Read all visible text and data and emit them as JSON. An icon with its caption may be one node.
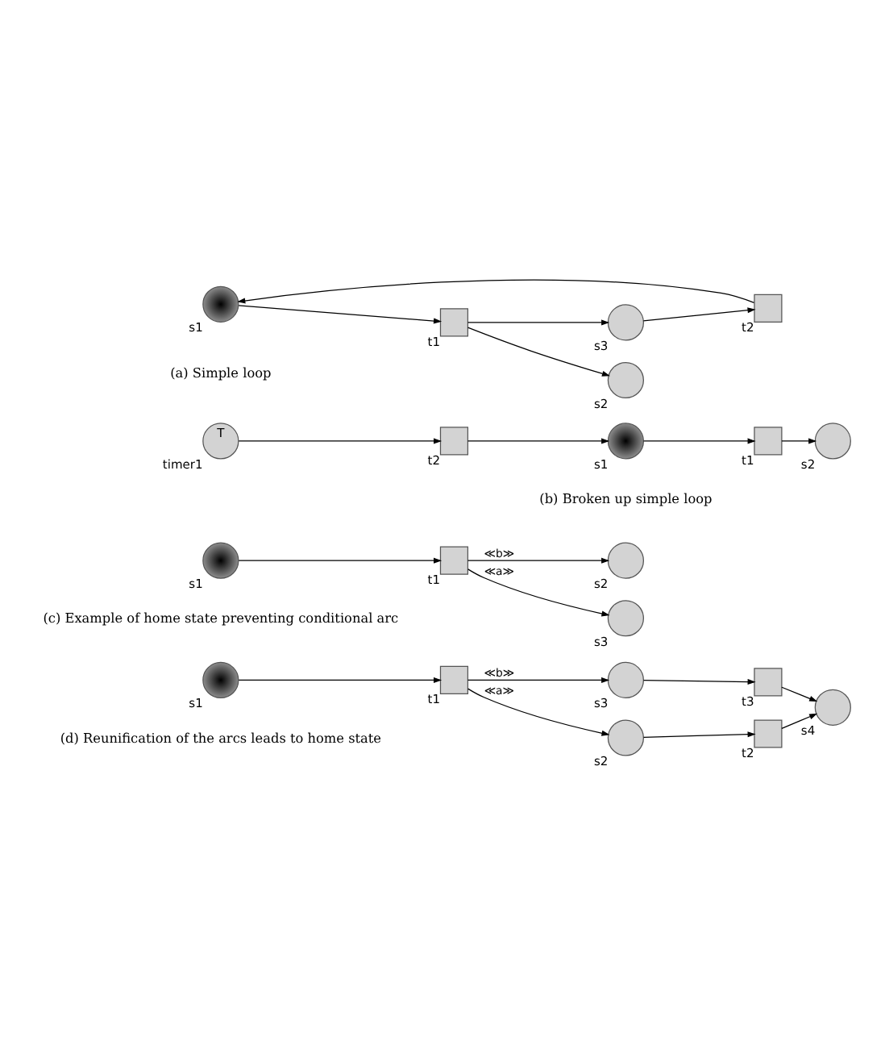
{
  "diagram": {
    "nodes": [
      {
        "text": [],
        "shape": "token",
        "beside": [
          "s1"
        ]
      },
      {
        "text": [],
        "shape": "box",
        "beside": [
          "t1"
        ]
      },
      {
        "text": [],
        "shape": "circle",
        "beside": [
          "s2"
        ]
      },
      {
        "text": [],
        "shape": "box",
        "beside": [
          "t2"
        ]
      },
      {
        "text": [],
        "shape": "circle",
        "beside": [
          "s3"
        ]
      },
      {
        "text": [],
        "shape": "token",
        "beside": [
          "s1"
        ]
      },
      {
        "text": [],
        "shape": "box",
        "beside": [
          "t1"
        ]
      },
      {
        "text": [],
        "shape": "circle",
        "beside": [
          "s2"
        ]
      },
      {
        "text": [],
        "shape": "box",
        "beside": [
          "t2"
        ]
      },
      {
        "text": [
          "T"
        ],
        "beside": [
          "timer1"
        ]
      },
      {
        "text": [],
        "shape": "token",
        "beside": [
          "s1"
        ]
      },
      {
        "text": [],
        "shape": "box",
        "beside": [
          "t1"
        ]
      },
      {
        "text": [],
        "shape": "circle",
        "beside": [
          "s3"
        ]
      },
      {
        "text": [],
        "shape": "circle",
        "beside": [
          "s2"
        ]
      },
      {
        "text": [],
        "shape": "token",
        "beside": [
          "s1"
        ]
      },
      {
        "text": [],
        "shape": "box",
        "beside": [
          "t1"
        ]
      },
      {
        "text": [],
        "shape": "circle",
        "beside": [
          "s2"
        ]
      },
      {
        "text": [],
        "shape": "circle",
        "beside": [
          "s3"
        ]
      },
      {
        "text": [],
        "shape": "box",
        "beside": [
          "t2"
        ]
      },
      {
        "text": [],
        "shape": "box",
        "beside": [
          "t3"
        ]
      },
      {
        "text": [],
        "shape": "circle",
        "beside": [
          "s4"
        ]
      }
    ],
    "edges": [
      {
        "from": 0,
        "to": 1,
        "arrow": "to"
      },
      {
        "from": 1,
        "to": 2,
        "arrow": "to"
      },
      {
        "from": 1,
        "to": 4,
        "arrow": "to"
      },
      {
        "from": 4,
        "to": 3,
        "arrow": "to"
      },
      {
        "from": 3,
        "to": 0,
        "arrow": "to"
      },
      {
        "from": 5,
        "to": 6,
        "arrow": "to"
      },
      {
        "from": 6,
        "to": 7,
        "arrow": "to"
      },
      {
        "from": 9,
        "to": 8,
        "arrow": "to"
      },
      {
        "from": 8,
        "to": 5,
        "arrow": "to"
      },
      {
        "from": 10,
        "to": 11,
        "arrow": "to"
      },
      {
        "from": 11,
        "to": 12,
        "arrow": "to",
        "label": "≪a≫"
      },
      {
        "from": 11,
        "to": 13,
        "arrow": "to",
        "label": "≪b≫"
      },
      {
        "from": 14,
        "to": 15,
        "arrow": "to"
      },
      {
        "from": 15,
        "to": 16,
        "arrow": "to",
        "label": "≪a≫"
      },
      {
        "from": 15,
        "to": 17,
        "arrow": "to",
        "label": "≪b≫"
      },
      {
        "from": 16,
        "to": 18,
        "arrow": "to"
      },
      {
        "from": 17,
        "to": 19,
        "arrow": "to"
      },
      {
        "from": 18,
        "to": 20,
        "arrow": "to"
      },
      {
        "from": 19,
        "to": 20,
        "arrow": "to"
      }
    ],
    "labels": [
      "(a) Simple loop",
      "(b) Broken up simple loop",
      "(c) Example of home state preventing conditional arc",
      "(d) Reunification of the arcs leads to home state"
    ]
  }
}
